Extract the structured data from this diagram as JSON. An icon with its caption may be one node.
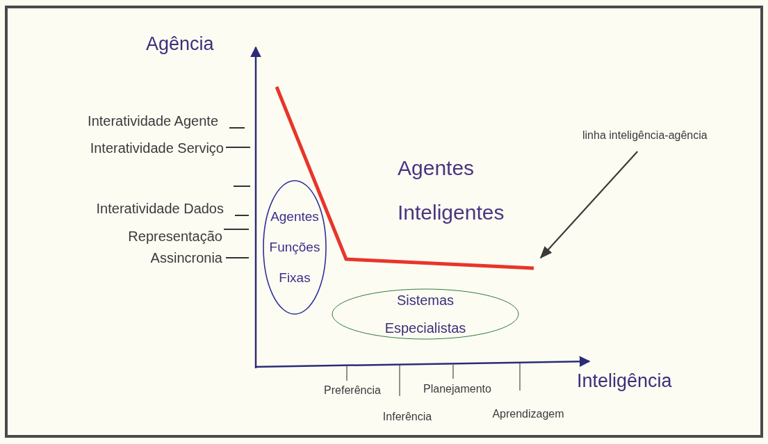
{
  "diagram": {
    "nodes": [
      {
        "text": [
          "linha inteligência-agência"
        ]
      },
      {
        "text": [],
        "shape": "line"
      },
      {
        "text": [
          "Agentes Funções Fixas"
        ]
      },
      {
        "text": [
          "Sistemas Especialistas"
        ]
      }
    ],
    "edges": [
      {
        "from": 0,
        "to": 1,
        "arrow": "to"
      }
    ],
    "labels": [
      "Agência",
      "Interatividade Agente",
      "Interatividade Serviço",
      "Interatividade Dados",
      "Representação",
      "Assincronia",
      "Agentes Inteligentes",
      "Preferência",
      "Inferência",
      "Planejamento",
      "Aprendizagem",
      "Inteligência"
    ]
  }
}
